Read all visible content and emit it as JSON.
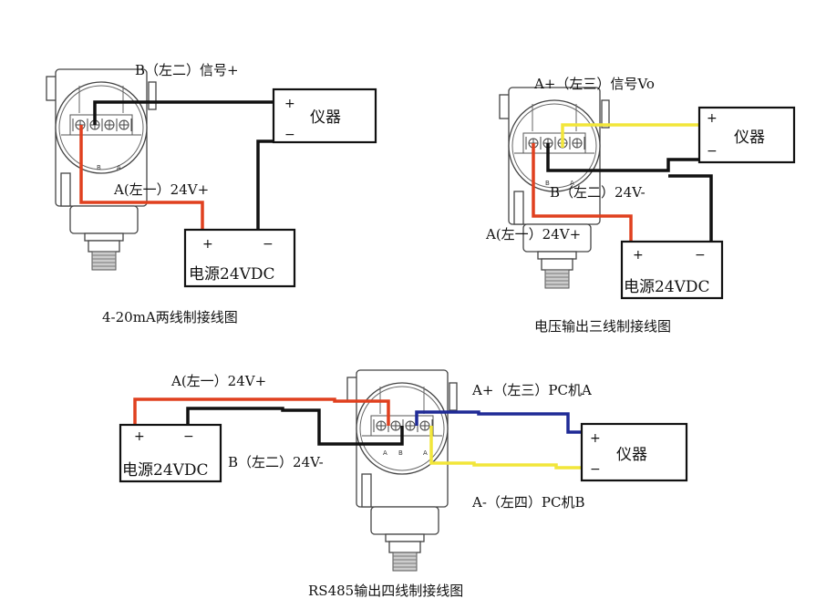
{
  "colors": {
    "red_wire": "#e0401f",
    "black_wire": "#111111",
    "yellow_wire": "#f2e63a",
    "blue_wire": "#1f2a96"
  },
  "diagram1": {
    "title": "4-20mA两线制接线图",
    "label_b": "B（左二）信号+",
    "label_a": "A(左一）24V+",
    "instrument": {
      "label": "仪器",
      "plus": "+",
      "minus": "−"
    },
    "power": {
      "label": "电源24VDC",
      "plus": "+",
      "minus": "−"
    },
    "terminal_marks": [
      "B",
      "A"
    ]
  },
  "diagram2": {
    "title": "电压输出三线制接线图",
    "label_a_plus": "A+（左三）信号Vo",
    "label_b": "B（左二）24V-",
    "label_a": "A(左一）24V+",
    "instrument": {
      "label": "仪器",
      "plus": "+",
      "minus": "−"
    },
    "power": {
      "label": "电源24VDC",
      "plus": "+",
      "minus": "−"
    },
    "terminal_marks": [
      "B",
      "A"
    ]
  },
  "diagram3": {
    "title": "RS485输出四线制接线图",
    "label_a": "A(左一）24V+",
    "label_b": "B（左二）24V-",
    "label_a_plus": "A+（左三）PC机A",
    "label_a_minus": "A-（左四）PC机B",
    "instrument": {
      "label": "仪器",
      "plus": "+",
      "minus": "−"
    },
    "power": {
      "label": "电源24VDC",
      "plus": "+",
      "minus": "−"
    },
    "terminal_marks": [
      "A",
      "B",
      "A"
    ]
  }
}
